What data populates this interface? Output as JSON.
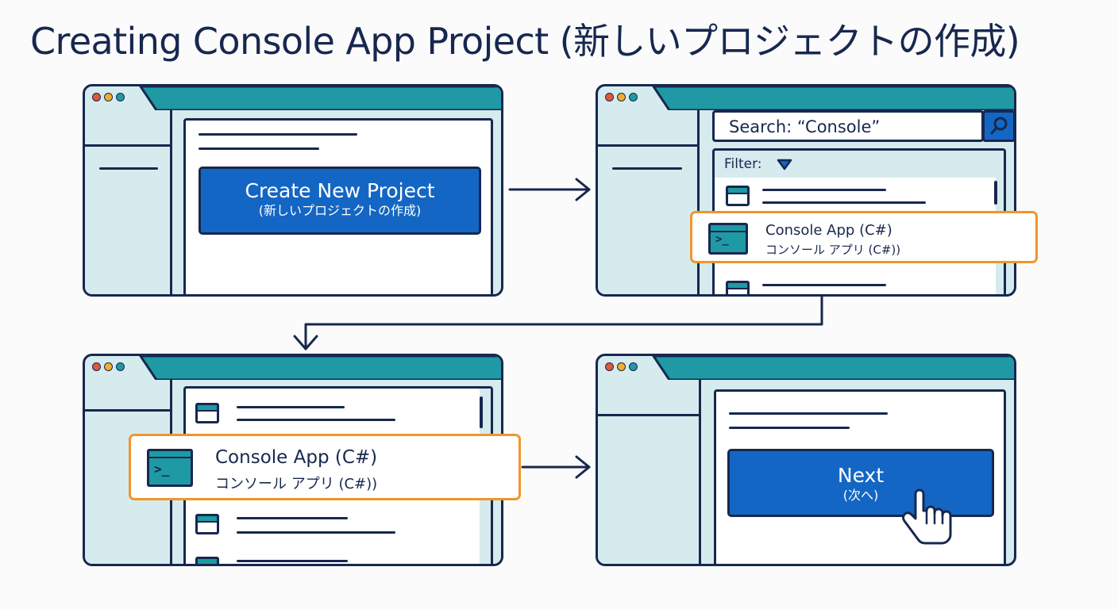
{
  "title": "Creating Console App Project (新しいプロジェクトの作成)",
  "step1": {
    "button_line1": "Create New Project",
    "button_line2": "(新しいプロジェクトの作成)"
  },
  "step2": {
    "search_text": "Search: “Console”",
    "filter_label": "Filter:",
    "item_title": "Console App (C#)",
    "item_subtitle": "コンソール アプリ (C#))"
  },
  "step3": {
    "item_title": "Console App (C#)",
    "item_subtitle": "コンソール アプリ (C#))"
  },
  "step4": {
    "button_line1": "Next",
    "button_line2": "(次へ)"
  },
  "icons": {
    "search": "magnifier-icon",
    "filter": "triangle-down-icon",
    "terminal": "terminal-icon",
    "cursor": "hand-pointer-icon"
  },
  "colors": {
    "navy": "#17284f",
    "teal": "#1f9aa4",
    "light_teal": "#d6ebee",
    "blue": "#1466c4",
    "orange": "#f0962a",
    "red": "#e0573a",
    "yellow": "#efae2e"
  }
}
